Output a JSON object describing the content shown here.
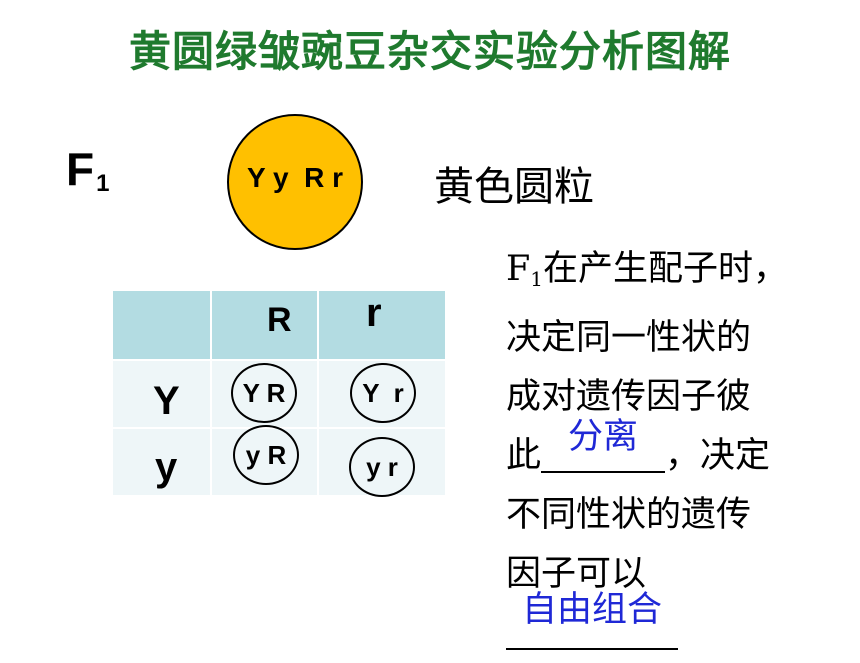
{
  "title": "黄圆绿皱豌豆杂交实验分析图解",
  "colors": {
    "title": "#1f7a2e",
    "f1_circle_fill": "#ffc000",
    "header_cell": "#b3dce2",
    "body_cell": "#eef6f8",
    "answer_text": "#1f28d6"
  },
  "f1": {
    "label": "F",
    "label_sub": "1",
    "genotype": "Y y  R r",
    "phenotype": "黄色圆粒"
  },
  "gamete_table": {
    "col_headers": [
      "R",
      "r"
    ],
    "row_headers": [
      "Y",
      "y"
    ],
    "cells": [
      [
        "Y R",
        "Y  r"
      ],
      [
        "y R",
        "y r"
      ]
    ]
  },
  "explanation": {
    "line1_prefix": "F",
    "line1_sub": "1",
    "line1_rest": "在产生配子时，",
    "line2": "决定同一性状的",
    "line3": "成对遗传因子彼",
    "line4_before": "此",
    "blank1_answer": "分离",
    "line4_after": "，决定",
    "line5": "不同性状的遗传",
    "line6": "因子可以",
    "blank2_answer": "自由组合"
  }
}
